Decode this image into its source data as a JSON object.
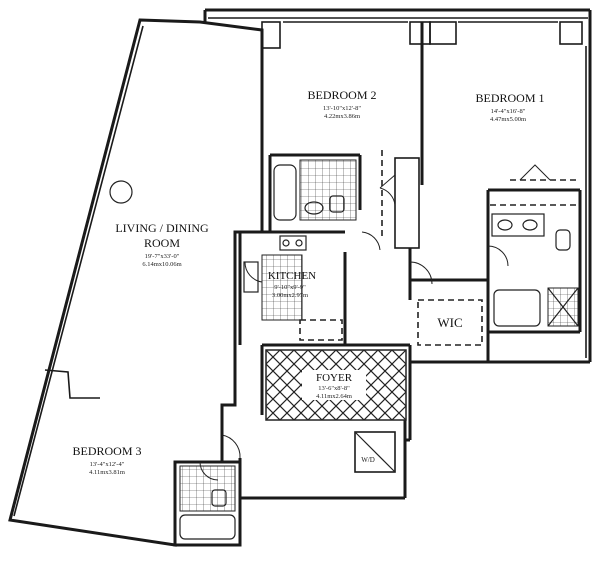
{
  "rooms": {
    "bedroom2": {
      "name": "BEDROOM 2",
      "dims_imperial": "13'-10\"x12'-8\"",
      "dims_metric": "4.22mx3.86m"
    },
    "bedroom1": {
      "name": "BEDROOM 1",
      "dims_imperial": "14'-4\"x16'-8\"",
      "dims_metric": "4.47mx5.00m"
    },
    "living": {
      "name_line1": "LIVING / DINING",
      "name_line2": "ROOM",
      "dims_imperial": "19'-7\"x33'-0\"",
      "dims_metric": "6.14mx10.06m"
    },
    "kitchen": {
      "name": "KITCHEN",
      "dims_imperial": "9'-10\"x9'-9\"",
      "dims_metric": "3.00mx2.97m"
    },
    "wic": {
      "name": "WIC"
    },
    "foyer": {
      "name": "FOYER",
      "dims_imperial": "13'-6\"x8'-8\"",
      "dims_metric": "4.11mx2.64m"
    },
    "bedroom3": {
      "name": "BEDROOM 3",
      "dims_imperial": "13'-4\"x12'-4\"",
      "dims_metric": "4.11mx3.81m"
    }
  },
  "labels": {
    "wd": "W/D"
  }
}
